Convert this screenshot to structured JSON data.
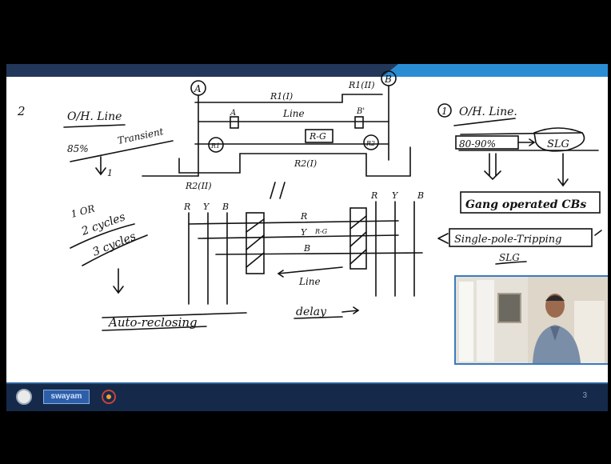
{
  "slide": {
    "board": {
      "left": {
        "num": "2",
        "oh_line": "O/H. Line",
        "percent": "85%",
        "transient": "Transient",
        "sub": "1",
        "cycles_a": "1 OR",
        "cycles_b": "2 cycles",
        "cycles_c": "3 cycles",
        "auto": "Auto-reclosing"
      },
      "diagram": {
        "node_a": "A",
        "node_b": "B",
        "r1_i": "R1(I)",
        "r1_ii": "R1(II)",
        "line": "Line",
        "a_label": "A",
        "b_label": "B'",
        "rg_box": "R-G",
        "r1": "R1",
        "r2": "R2",
        "r2_i": "R2(I)",
        "r2_ii": "R2(II)"
      },
      "lower": {
        "r": "R",
        "y": "Y",
        "b": "B",
        "r2": "R",
        "y2": "Y",
        "b2": "B",
        "rg": "R-G",
        "line": "Line",
        "delay": "delay"
      },
      "right": {
        "num": "1",
        "oh_line": "O/H. Line.",
        "percent": "80-90%",
        "slg": "SLG",
        "gang": "Gang operated CBs",
        "single": "Single-pole-Tripping",
        "slg2": "SLG"
      }
    }
  },
  "footer": {
    "logo_text": "swayam",
    "page_number": "3"
  },
  "colors": {
    "top_bar_dark": "#23375a",
    "top_bar_accent": "#2a8dd4",
    "footer_bg": "#152a4a"
  }
}
